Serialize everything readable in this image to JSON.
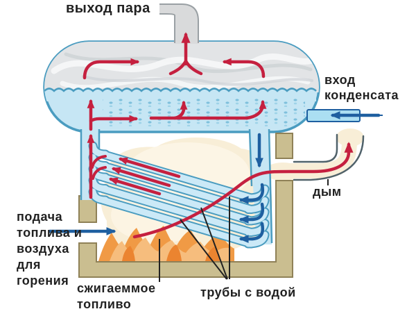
{
  "labels": {
    "steam_out": "выход пара",
    "condensate": [
      "вход",
      "конденсата"
    ],
    "smoke": "дым",
    "fuel_air": [
      "подача",
      "топлива и",
      "воздуха",
      "для",
      "горения"
    ],
    "burning_fuel": [
      "сжигаеммое",
      "топливо"
    ],
    "water_tubes": "трубы с водой"
  },
  "colors": {
    "bg": "#ffffff",
    "text": "#212121",
    "red": "#c5203f",
    "blue": "#1e5fa0",
    "teal": "#4a9cc0",
    "water": "#c6e6f4",
    "tubeFill": "#cbe9f7",
    "steamFill": "#e2e4e6",
    "swirlLight": "#f6f7f8",
    "swirlDark": "#cdd2d5",
    "tan": "#cabe90",
    "tanLine": "#8f8157",
    "cream": "#f8eed7",
    "creamLight": "#fdf6e8",
    "duct": "#50626a",
    "flameOuter": "#f09a45",
    "flameMid": "#f6bd7d",
    "flameCore": "#eb8430",
    "pipeGray": "#d9dadb",
    "pipeGrayLine": "#9aa0a4",
    "condFill": "#abdff2",
    "bubble": "#7fc0dc",
    "bubble2": "#9ed3e8"
  }
}
